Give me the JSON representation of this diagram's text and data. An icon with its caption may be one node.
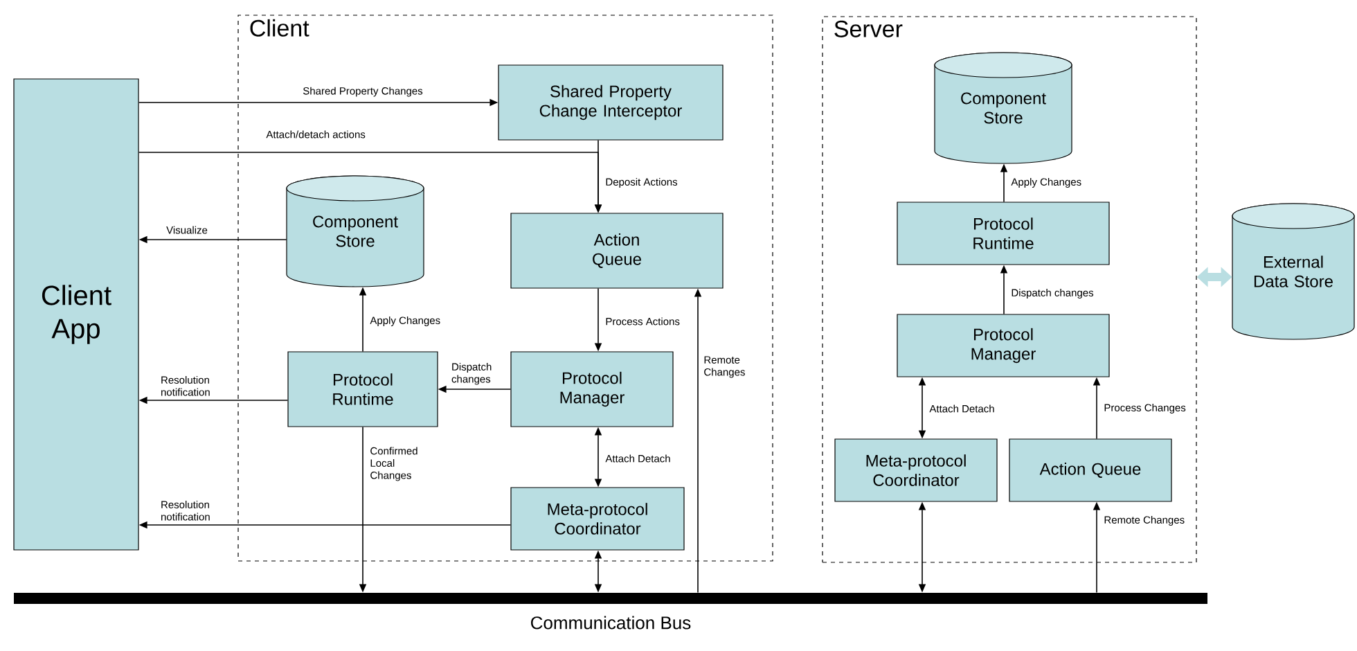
{
  "diagram": {
    "nodes": [
      {
        "text": [
          "Client"
        ]
      },
      {
        "text": [
          "Server"
        ]
      },
      {
        "text": [
          "Client App"
        ]
      },
      {
        "text": [
          "Shared Property Change Interceptor"
        ],
        "in": 0
      },
      {
        "text": [
          "Component Store"
        ],
        "in": 0
      },
      {
        "text": [
          "Action Queue"
        ],
        "in": 0
      },
      {
        "text": [
          "Protocol Runtime"
        ],
        "in": 0
      },
      {
        "text": [
          "Protocol Manager"
        ],
        "in": 0
      },
      {
        "text": [
          "Meta-protocol Coordinator"
        ],
        "in": 0
      },
      {
        "text": [
          "Component Store"
        ],
        "in": 1
      },
      {
        "text": [
          "Protocol Runtime"
        ],
        "in": 1
      },
      {
        "text": [
          "Protocol Manager"
        ],
        "in": 1
      },
      {
        "text": [
          "Meta-protocol Coordinator"
        ],
        "in": 1
      },
      {
        "text": [
          "Action Queue"
        ],
        "in": 1
      },
      {
        "text": [
          "External Data Store"
        ]
      },
      {
        "text": [
          "Communication Bus"
        ]
      }
    ],
    "edges": [
      {
        "from": 2,
        "to": 3,
        "arrow": "to",
        "label": "Shared Property Changes"
      },
      {
        "from": 2,
        "to": 5,
        "arrow": "to",
        "label": "Attach/detach actions"
      },
      {
        "from": 3,
        "to": 5,
        "arrow": "to",
        "label": "Deposit Actions"
      },
      {
        "from": 4,
        "to": 2,
        "arrow": "to",
        "label": "Visualize"
      },
      {
        "from": 6,
        "to": 4,
        "arrow": "to",
        "label": "Apply Changes"
      },
      {
        "from": 5,
        "to": 7,
        "arrow": "to",
        "label": "Process Actions"
      },
      {
        "from": 7,
        "to": 6,
        "arrow": "to",
        "label": "Dispatch changes"
      },
      {
        "from": 6,
        "to": 2,
        "arrow": "to",
        "label": "Resolution notification"
      },
      {
        "from": 7,
        "to": 8,
        "arrow": "both",
        "label": "Attach Detach"
      },
      {
        "from": 8,
        "to": 2,
        "arrow": "to",
        "label": "Resolution notification"
      },
      {
        "from": 6,
        "to": 15,
        "arrow": "to",
        "label": "Confirmed Local Changes"
      },
      {
        "from": 8,
        "to": 15,
        "arrow": "both"
      },
      {
        "from": 15,
        "to": 5,
        "arrow": "to",
        "label": "Remote Changes"
      },
      {
        "from": 10,
        "to": 9,
        "arrow": "to",
        "label": "Apply Changes"
      },
      {
        "from": 11,
        "to": 10,
        "arrow": "to",
        "label": "Dispatch changes"
      },
      {
        "from": 11,
        "to": 12,
        "arrow": "both",
        "label": "Attach Detach"
      },
      {
        "from": 13,
        "to": 11,
        "arrow": "to",
        "label": "Process Changes"
      },
      {
        "from": 12,
        "to": 15,
        "arrow": "both"
      },
      {
        "from": 15,
        "to": 13,
        "arrow": "to",
        "label": "Remote Changes"
      },
      {
        "from": 1,
        "to": 14,
        "arrow": "both",
        "style": "thick",
        "color": "#b9dee2"
      }
    ]
  }
}
